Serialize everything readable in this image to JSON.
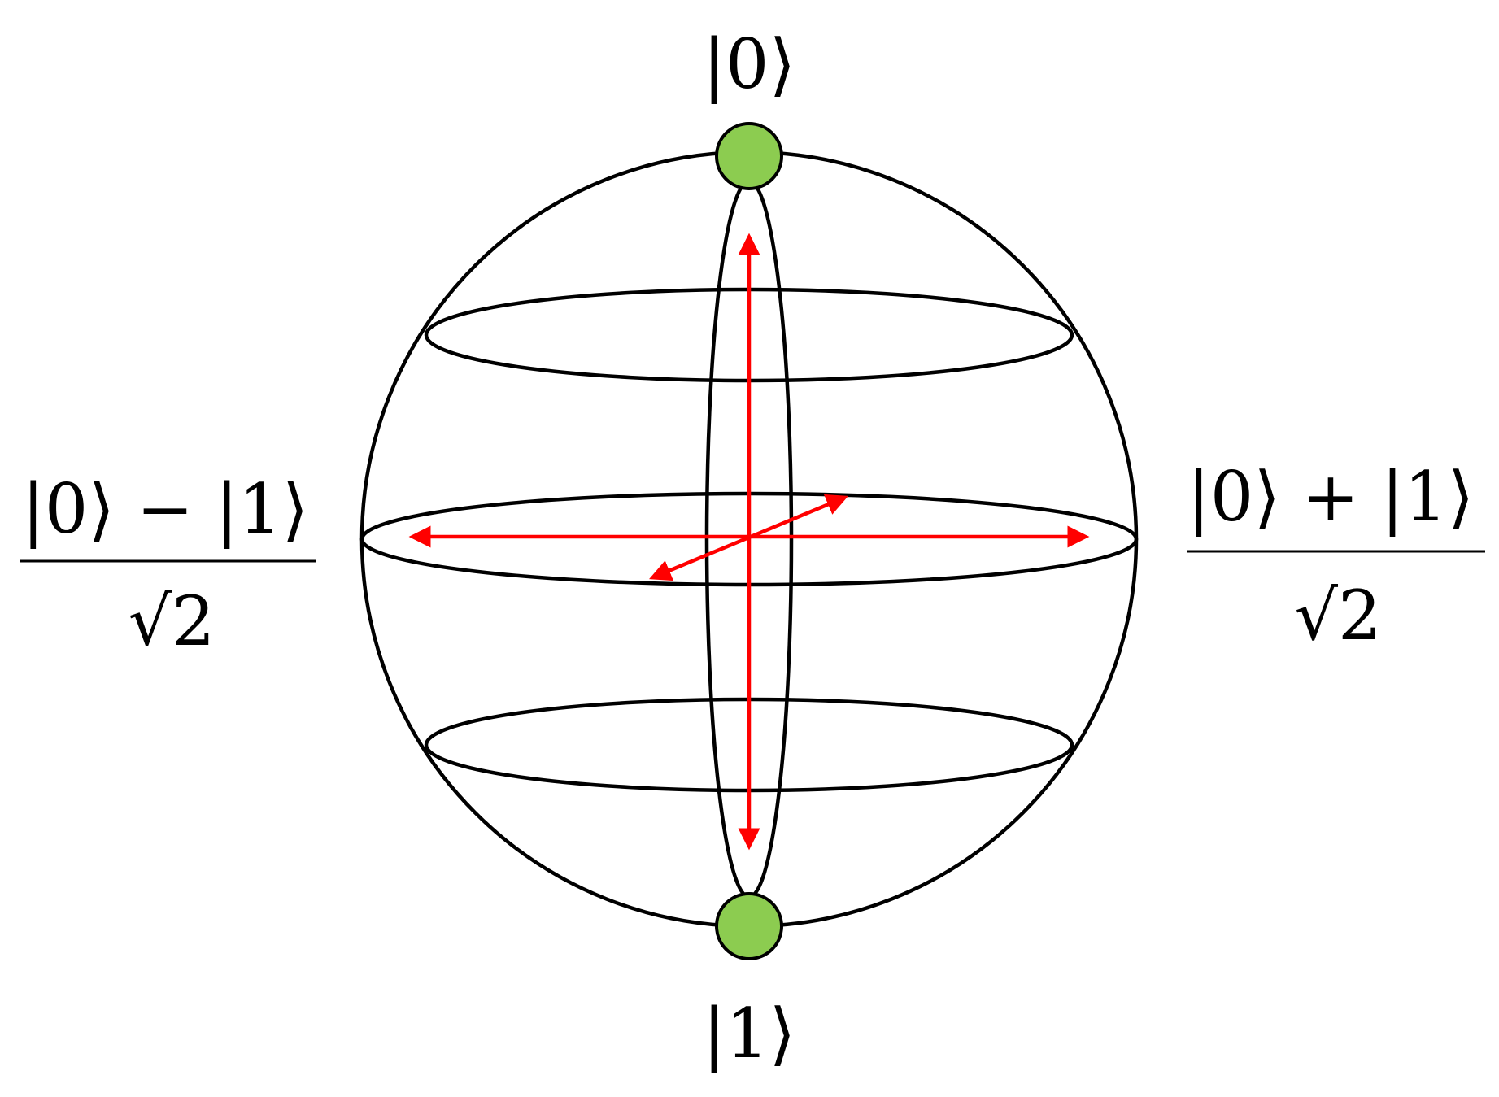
{
  "labels": {
    "top_pole": "|0⟩",
    "bottom_pole": "|1⟩",
    "left_numerator": "|0⟩ − |1⟩",
    "left_denominator": "√2",
    "right_numerator": "|0⟩ + |1⟩",
    "right_denominator": "√2"
  },
  "colors": {
    "outline": "#000000",
    "arrows": "#ff0000",
    "pole_fill": "#8ccc50"
  }
}
